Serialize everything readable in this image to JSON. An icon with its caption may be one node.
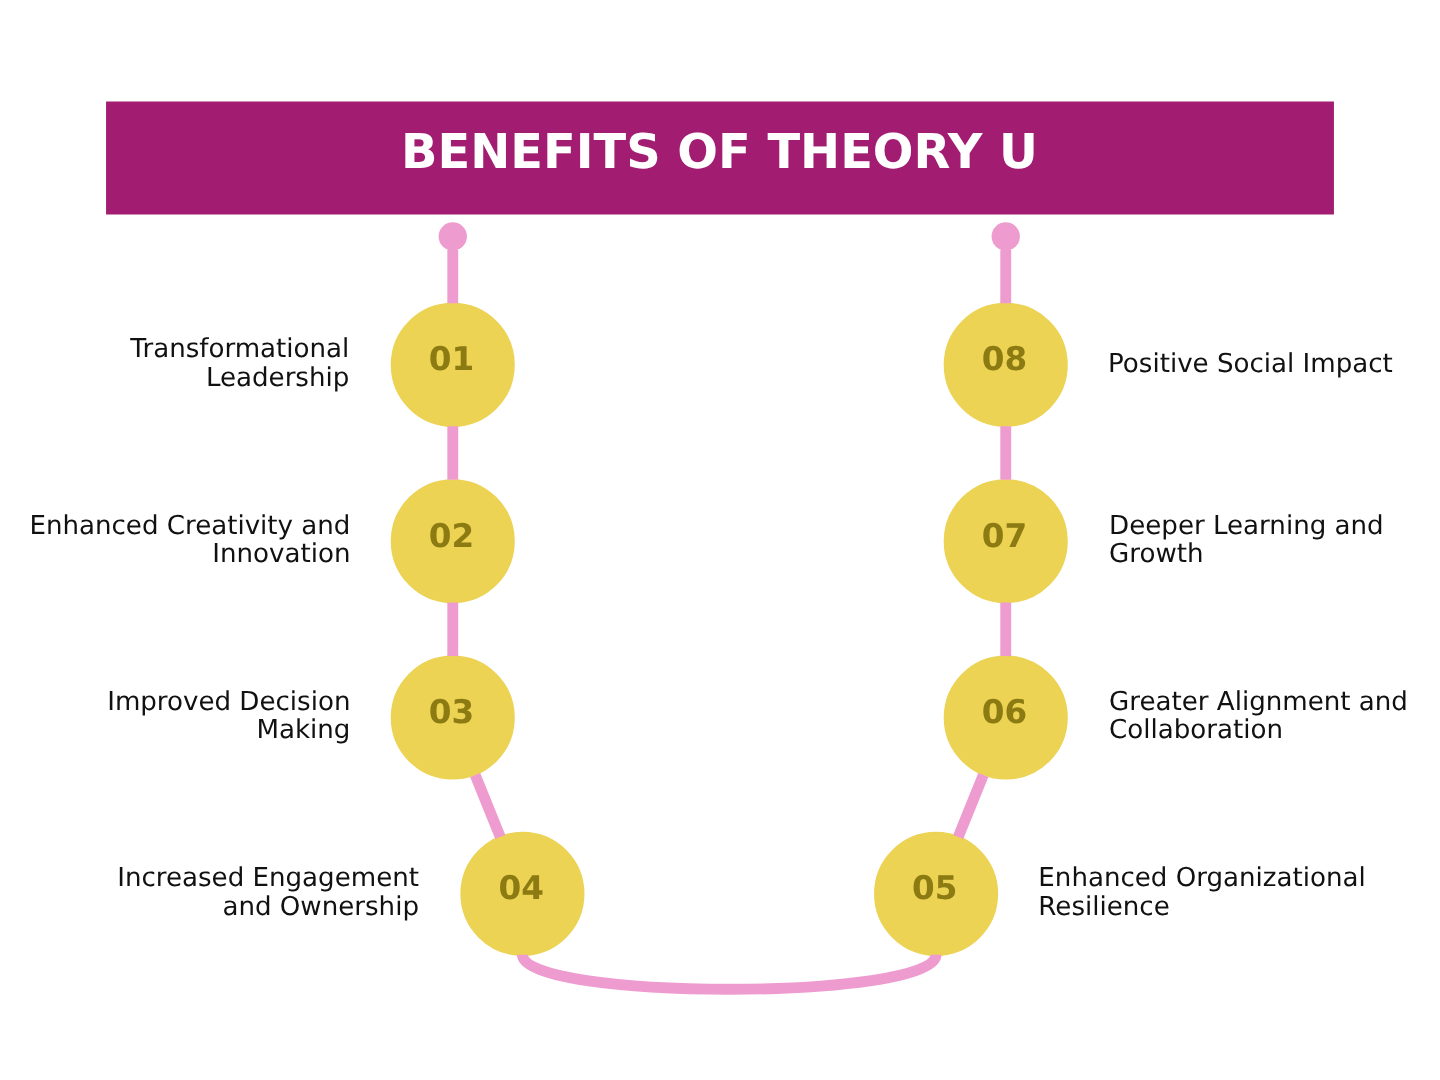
{
  "diagram": {
    "title": "BENEFITS OF THEORY U",
    "nodes": [
      {
        "text": [],
        "shape": "circle"
      },
      {
        "text": [
          "01"
        ],
        "beside": [
          "Transformational Leadership"
        ]
      },
      {
        "text": [
          "02"
        ],
        "beside": [
          "Enhanced Creativity and Innovation"
        ]
      },
      {
        "text": [
          "03"
        ],
        "beside": [
          "Improved Decision Making"
        ]
      },
      {
        "text": [
          "04"
        ],
        "beside": [
          "Increased Engagement and Ownership"
        ]
      },
      {
        "text": [
          "05"
        ],
        "beside": [
          "Enhanced Organizational Resilience"
        ]
      },
      {
        "text": [
          "06"
        ],
        "beside": [
          "Greater Alignment and Collaboration"
        ]
      },
      {
        "text": [
          "07"
        ],
        "beside": [
          "Deeper Learning and Growth"
        ]
      },
      {
        "text": [
          "08"
        ],
        "beside": [
          "Positive Social Impact"
        ]
      },
      {
        "text": [],
        "shape": "circle"
      }
    ],
    "edges": [
      {
        "from": 0,
        "to": 1,
        "arrow": "none"
      },
      {
        "from": 1,
        "to": 2,
        "arrow": "none"
      },
      {
        "from": 2,
        "to": 3,
        "arrow": "none"
      },
      {
        "from": 3,
        "to": 4,
        "arrow": "none"
      },
      {
        "from": 4,
        "to": 5,
        "arrow": "none"
      },
      {
        "from": 5,
        "to": 6,
        "arrow": "none"
      },
      {
        "from": 6,
        "to": 7,
        "arrow": "none"
      },
      {
        "from": 7,
        "to": 8,
        "arrow": "none"
      },
      {
        "from": 8,
        "to": 9,
        "arrow": "none"
      }
    ]
  }
}
